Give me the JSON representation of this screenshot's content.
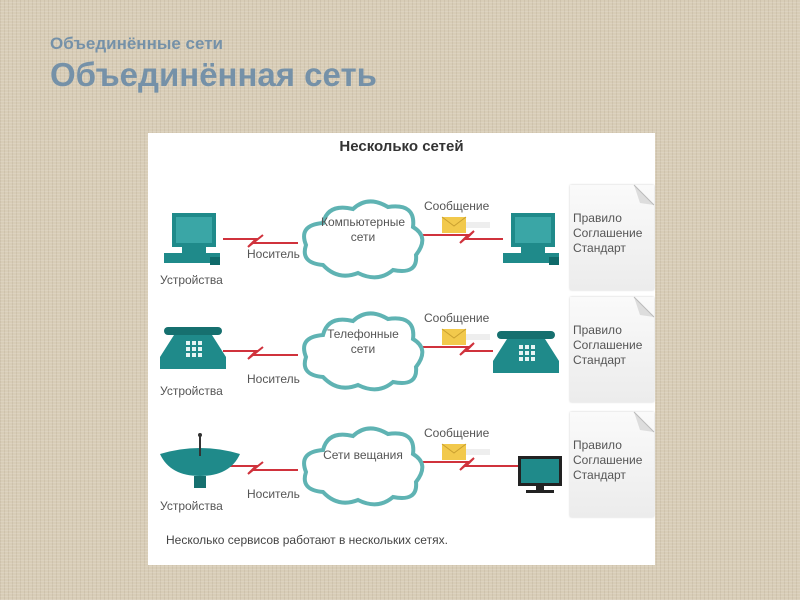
{
  "slide": {
    "subtitle": "Объединённые сети",
    "title": "Объединённая сеть"
  },
  "diagram": {
    "title": "Несколько сетей",
    "rows": [
      {
        "device": "computer",
        "cloud_lines": [
          "Компьютерные",
          "сети"
        ],
        "devices_label": "Устройства",
        "medium_label": "Носитель",
        "message_label": "Сообщение",
        "doc_lines": [
          "Правило",
          "Соглашение",
          "Стандарт"
        ]
      },
      {
        "device": "telephone",
        "cloud_lines": [
          "Телефонные",
          "сети"
        ],
        "devices_label": "Устройства",
        "medium_label": "Носитель",
        "message_label": "Сообщение",
        "doc_lines": [
          "Правило",
          "Соглашение",
          "Стандарт"
        ]
      },
      {
        "device": "broadcast",
        "cloud_lines": [
          "Сети вещания",
          ""
        ],
        "devices_label": "Устройства",
        "medium_label": "Носитель",
        "message_label": "Сообщение",
        "doc_lines": [
          "Правило",
          "Соглашение",
          "Стандарт"
        ]
      }
    ],
    "footer": "Несколько сервисов работают в нескольких сетях.",
    "colors": {
      "device": "#1f8a8a",
      "link": "#d0323c",
      "cloud": "#5fb3b3",
      "envelope": "#f2c94c"
    }
  }
}
